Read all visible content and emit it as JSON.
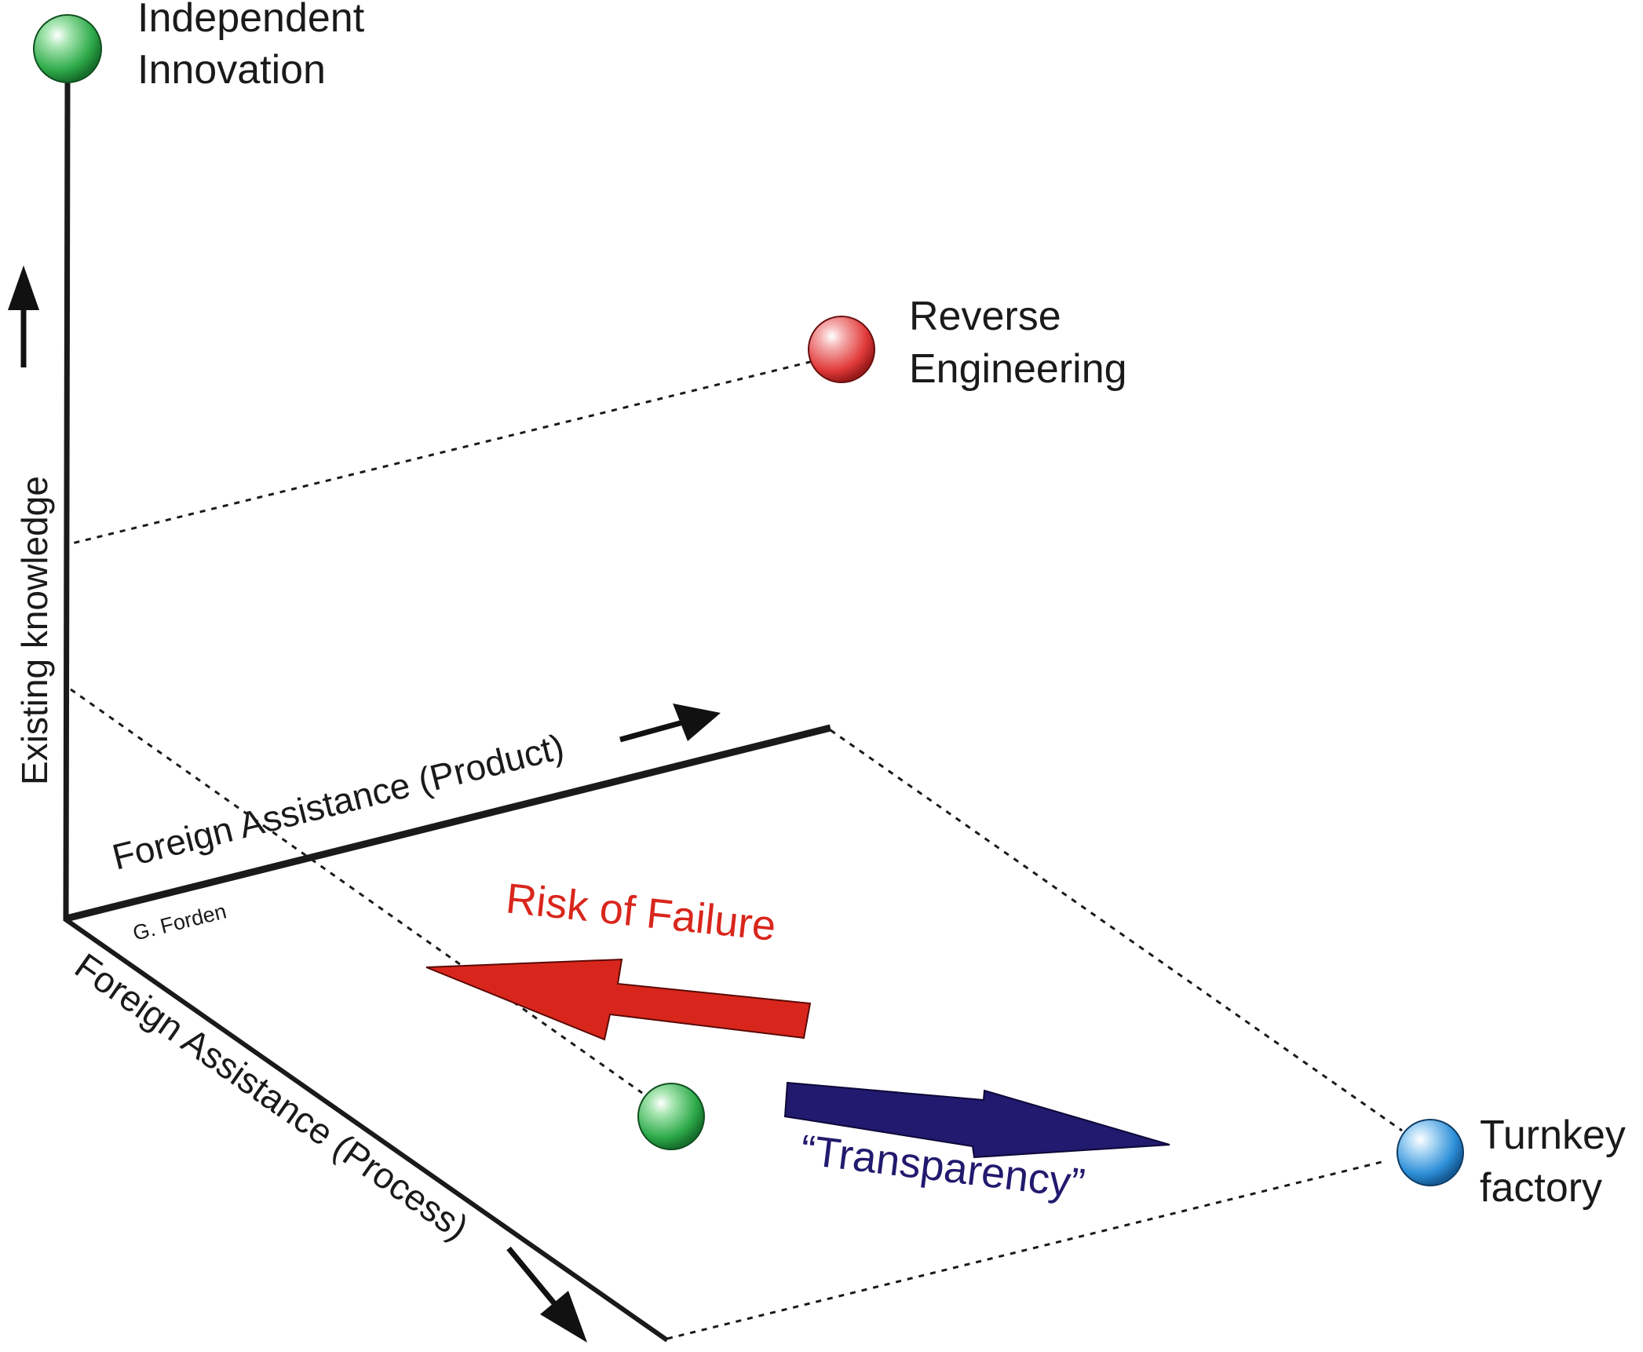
{
  "nodes": {
    "independent_innovation": {
      "line1": "Independent",
      "line2": "Innovation",
      "color": "#2eaa4a"
    },
    "reverse_engineering": {
      "line1": "Reverse",
      "line2": "Engineering",
      "color": "#e23a3a"
    },
    "turnkey_factory": {
      "line1": "Turnkey",
      "line2": "factory",
      "color": "#2d8fd8"
    },
    "current_position": {
      "color": "#2eaa4a"
    }
  },
  "axes": {
    "vertical": "Existing knowledge",
    "product": "Foreign Assistance (Product)",
    "process": "Foreign Assistance (Process)"
  },
  "arrows": {
    "risk": {
      "label": "Risk of Failure",
      "color": "#d9261c"
    },
    "transparency": {
      "label": "“Transparency”",
      "color": "#221a6e"
    }
  },
  "credit": "G. Forden"
}
